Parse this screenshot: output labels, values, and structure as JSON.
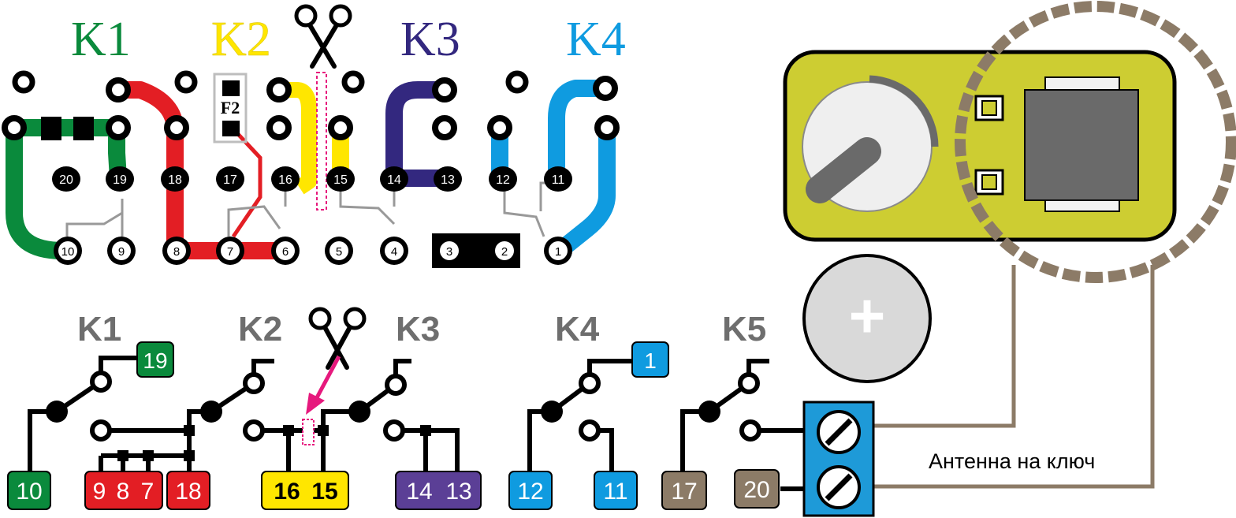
{
  "colors": {
    "k1": "#0a8a3c",
    "k2": "#ffe600",
    "k3": "#33287f",
    "k4": "#0f9be0",
    "red": "#e31e24",
    "gray_label": "#6e6e6e",
    "brown": "#8c7b67",
    "purple": "#5b3f96",
    "magenta": "#e6197d",
    "board": "#cdcd32",
    "terminal": "#1e9ad8"
  },
  "pcb": {
    "labels": {
      "k1": "K1",
      "k2": "K2",
      "k3": "K3",
      "k4": "K4"
    },
    "fuse_label": "F2",
    "pads": [
      "20",
      "19",
      "18",
      "17",
      "16",
      "15",
      "14",
      "13",
      "12",
      "11",
      "10",
      "9",
      "8",
      "7",
      "6",
      "5",
      "4",
      "3",
      "2",
      "1"
    ],
    "icons": {
      "cut": "scissors-icon"
    }
  },
  "schematic": {
    "labels": {
      "k1": "K1",
      "k2": "K2",
      "k3": "K3",
      "k4": "K4",
      "k5": "K5"
    },
    "k1": {
      "top": "19",
      "bottom": "10"
    },
    "group_red": [
      "9",
      "8",
      "7",
      "18"
    ],
    "group_yellow": [
      "16",
      "15"
    ],
    "group_purple": [
      "14",
      "13"
    ],
    "k4": {
      "top": "1",
      "left": "12",
      "right": "11"
    },
    "k5": {
      "left": "17",
      "right": "20"
    }
  },
  "battery_symbol": "+",
  "antenna_label": "Антенна на ключ"
}
